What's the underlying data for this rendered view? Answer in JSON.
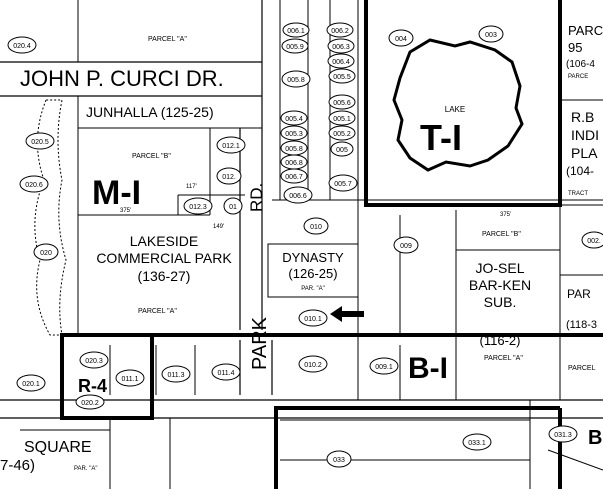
{
  "streets": {
    "curci": "JOHN P. CURCI DR.",
    "park": "PARK",
    "rd": "RD.",
    "square": "SQUARE"
  },
  "subdivisions": {
    "junhalla": "JUNHALLA (125-25)",
    "lakeside_line1": "LAKESIDE",
    "lakeside_line2": "COMMERCIAL PARK",
    "lakeside_line3": "(136-27)",
    "dynasty_line1": "DYNASTY",
    "dynasty_line2": "(126-25)",
    "dynasty_parcel": "PAR. \"A\"",
    "josel_line1": "JO-SEL",
    "josel_line2": "BAR-KEN",
    "josel_line3": "SUB.",
    "josel_line4": "(116-2)",
    "rb_line1": "R.B",
    "rb_line2": "INDI",
    "rb_line3": "PLA",
    "rb_line4": "(104-",
    "tract": "TRACT",
    "parc_top_1": "PARC",
    "parc_top_2": "95",
    "parc_top_3": "(106-4",
    "parc_top_4": "PARCE",
    "parc_right_1": "PAR",
    "parc_right_2": "(118-3",
    "square_ref": "7-46)",
    "square_parcel": "PAR. \"A\"",
    "lake": "LAKE"
  },
  "parcels": {
    "a_top": "PARCEL \"A\"",
    "b_junhalla": "PARCEL \"B\"",
    "a_lakeside": "PARCEL \"A\"",
    "b_josel": "PARCEL \"B\"",
    "a_josel": "PARCEL \"A\"",
    "parcel_right": "PARCEL"
  },
  "zoning": {
    "m1": "M-I",
    "t1": "T-I",
    "b1": "B-I",
    "r4": "R-4",
    "b_edge": "B"
  },
  "lots": {
    "l020_4": "020.4",
    "l020_5": "020.5",
    "l020_6": "020.6",
    "l020": "020",
    "l020_3": "020.3",
    "l020_1": "020.1",
    "l020_2": "020.2",
    "l011_1": "011.1",
    "l011_3": "011.3",
    "l011_4": "011.4",
    "l012_1": "012.1",
    "l012": "012.",
    "l012_3": "012.3",
    "l012_x": "01",
    "l006_1": "006.1",
    "l006_2": "006.2",
    "l006_3": "006.3",
    "l006_4": "006.4",
    "l005_9": "005.9",
    "l005_8": "005.8",
    "l005_5": "005.5",
    "l005_6": "005.6",
    "l005_4": "005.4",
    "l005_1": "005.1",
    "l005_3": "005.3",
    "l005_2": "005.2",
    "l005_8b": "005.8",
    "l005": "005",
    "l006_8": "006.8",
    "l006_7": "006.7",
    "l005_7": "005.7",
    "l006_6": "006.6",
    "l004": "004",
    "l003": "003",
    "l010": "010",
    "l009": "009",
    "l010_1": "010.1",
    "l010_2": "010.2",
    "l009_1": "009.1",
    "l002": "002.",
    "l033": "033",
    "l033_1": "033.1",
    "l031_3": "031.3"
  },
  "dimensions": {
    "d375_a": "375'",
    "d375_b": "375'",
    "d117": "117'",
    "d149": "149'"
  }
}
